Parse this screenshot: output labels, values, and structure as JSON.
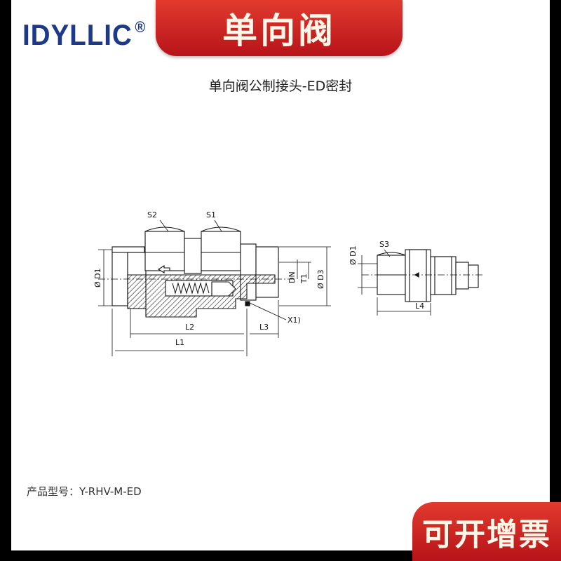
{
  "brand": {
    "name": "IDYLLIC",
    "registered": "®"
  },
  "banner_top": "单向阀",
  "title": "单向阀公制接头-ED密封",
  "labels": {
    "s1": "S1",
    "s2": "S2",
    "s3": "S3",
    "d1_left": "Ø D1",
    "d1_right": "Ø D1",
    "d3": "Ø D3",
    "dn": "DN",
    "t1": "T1",
    "l1": "L1",
    "l2": "L2",
    "l3": "L3",
    "l4": "L4",
    "x1": "X1)"
  },
  "model": {
    "label": "产品型号：",
    "value": "Y-RHV-M-ED"
  },
  "banner_bottom": "可开增票"
}
